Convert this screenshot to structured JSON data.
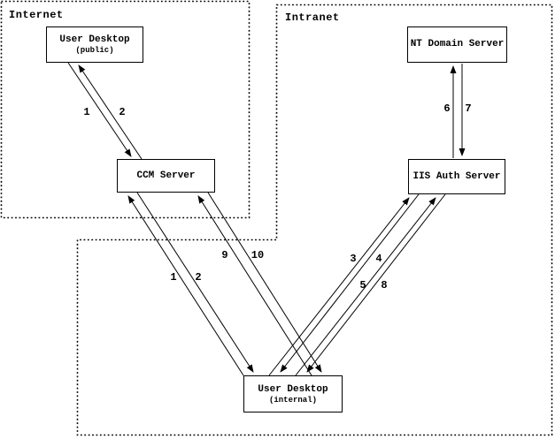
{
  "diagram": {
    "title": "Network authentication flow diagram",
    "colors": {
      "background": "#ffffff",
      "line": "#000000",
      "text": "#000000"
    },
    "regions": [
      {
        "id": "internet",
        "label": "Internet"
      },
      {
        "id": "intranet",
        "label": "Intranet"
      }
    ],
    "nodes": [
      {
        "id": "user-desktop-public",
        "title": "User Desktop",
        "subtitle": "(public)"
      },
      {
        "id": "ccm-server",
        "title": "CCM Server",
        "subtitle": ""
      },
      {
        "id": "nt-domain-server",
        "title": "NT Domain Server",
        "subtitle": ""
      },
      {
        "id": "iis-auth-server",
        "title": "IIS Auth Server",
        "subtitle": ""
      },
      {
        "id": "user-desktop-internal",
        "title": "User Desktop",
        "subtitle": "(internal)"
      }
    ],
    "flows": [
      {
        "label": "1",
        "from": "user-desktop-public",
        "to": "ccm-server"
      },
      {
        "label": "2",
        "from": "ccm-server",
        "to": "user-desktop-public"
      },
      {
        "label": "1",
        "from": "user-desktop-internal",
        "to": "ccm-server"
      },
      {
        "label": "2",
        "from": "ccm-server",
        "to": "user-desktop-internal"
      },
      {
        "label": "9",
        "from": "user-desktop-internal",
        "to": "ccm-server"
      },
      {
        "label": "10",
        "from": "ccm-server",
        "to": "user-desktop-internal"
      },
      {
        "label": "6",
        "from": "iis-auth-server",
        "to": "nt-domain-server"
      },
      {
        "label": "7",
        "from": "nt-domain-server",
        "to": "iis-auth-server"
      },
      {
        "label": "3",
        "from": "user-desktop-internal",
        "to": "iis-auth-server"
      },
      {
        "label": "4",
        "from": "iis-auth-server",
        "to": "user-desktop-internal"
      },
      {
        "label": "5",
        "from": "user-desktop-internal",
        "to": "iis-auth-server"
      },
      {
        "label": "8",
        "from": "iis-auth-server",
        "to": "user-desktop-internal"
      }
    ]
  }
}
